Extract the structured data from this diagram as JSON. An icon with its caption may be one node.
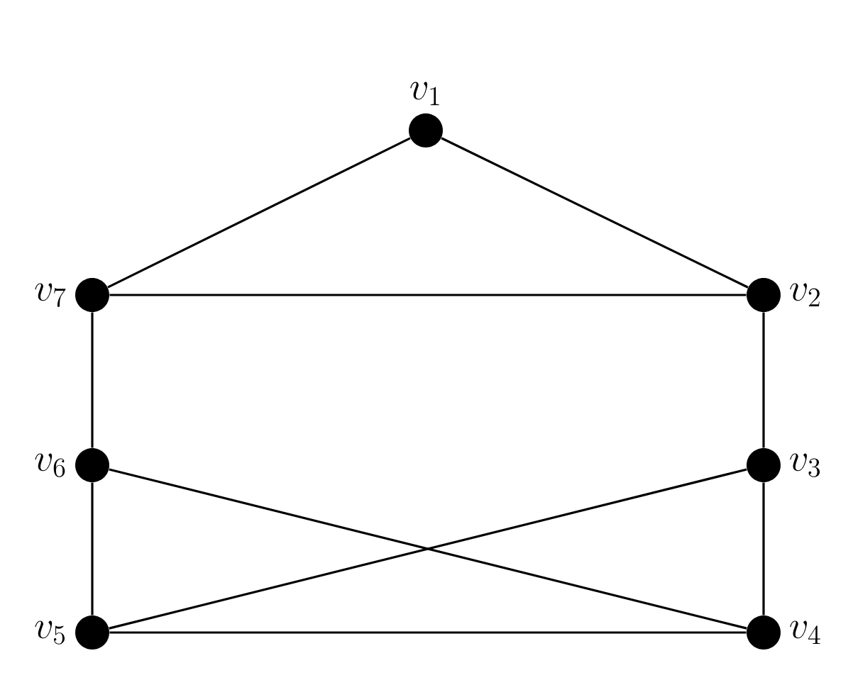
{
  "diagram": {
    "nodes": [
      {
        "text": [],
        "shape": "circle",
        "beside": [
          "v_1"
        ]
      },
      {
        "text": [],
        "shape": "circle",
        "beside": [
          "v_2"
        ]
      },
      {
        "text": [],
        "shape": "circle",
        "beside": [
          "v_3"
        ]
      },
      {
        "text": [],
        "shape": "circle",
        "beside": [
          "v_4"
        ]
      },
      {
        "text": [],
        "shape": "circle",
        "beside": [
          "v_5"
        ]
      },
      {
        "text": [],
        "shape": "circle",
        "beside": [
          "v_6"
        ]
      },
      {
        "text": [],
        "shape": "circle",
        "beside": [
          "v_7"
        ]
      }
    ],
    "edges": [
      {
        "from": 0,
        "to": 6,
        "arrow": "none"
      },
      {
        "from": 0,
        "to": 1,
        "arrow": "none"
      },
      {
        "from": 6,
        "to": 1,
        "arrow": "none"
      },
      {
        "from": 6,
        "to": 5,
        "arrow": "none"
      },
      {
        "from": 1,
        "to": 2,
        "arrow": "none"
      },
      {
        "from": 5,
        "to": 4,
        "arrow": "none"
      },
      {
        "from": 5,
        "to": 3,
        "arrow": "none"
      },
      {
        "from": 2,
        "to": 3,
        "arrow": "none"
      },
      {
        "from": 2,
        "to": 4,
        "arrow": "none"
      },
      {
        "from": 4,
        "to": 3,
        "arrow": "none"
      }
    ]
  }
}
